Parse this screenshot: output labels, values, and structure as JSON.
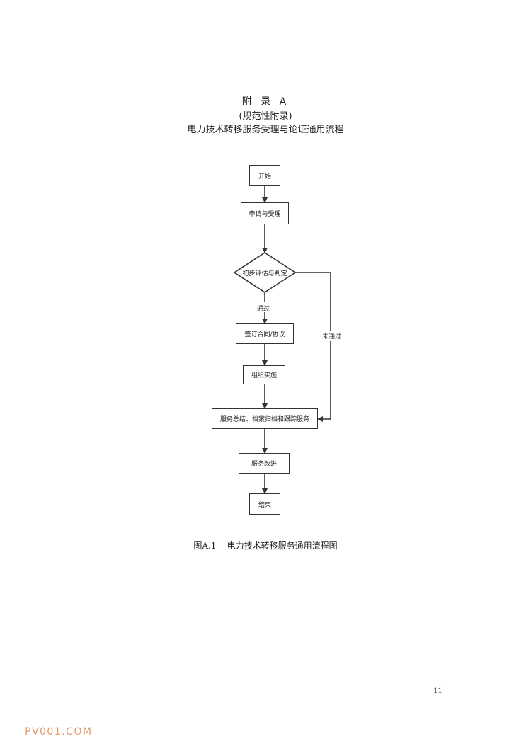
{
  "header": {
    "appendix_title": "附  录  A",
    "appendix_type": "(规范性附录)",
    "appendix_name": "电力技术转移服务受理与论证通用流程"
  },
  "flowchart": {
    "nodes": {
      "start": "开始",
      "apply": "申请与受理",
      "evaluate": "初步评估与判定",
      "sign": "签订合同/协议",
      "implement": "组织实施",
      "summary": "服务总结、档案归档和跟踪服务",
      "improve": "服务改进",
      "end": "结束"
    },
    "edge_labels": {
      "pass": "通过",
      "fail": "未通过"
    }
  },
  "caption": "图A.1    电力技术转移服务通用流程图",
  "page_number": "11",
  "watermark": "PV001.COM"
}
